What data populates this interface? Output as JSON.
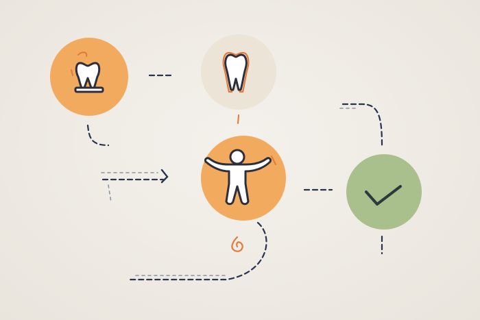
{
  "nodes": [
    {
      "id": "tooth-step",
      "icon": "tooth-with-base-icon",
      "color": "#f2aa5e"
    },
    {
      "id": "clean-tooth-step",
      "icon": "tooth-icon",
      "color": "#ede4d8"
    },
    {
      "id": "patient-step",
      "icon": "person-icon",
      "color": "#f2aa5e"
    },
    {
      "id": "done-step",
      "icon": "checkmark-icon",
      "color": "#a9c08c"
    }
  ],
  "colors": {
    "background": "#efebe4",
    "orange": "#f2aa5e",
    "beige": "#ede4d8",
    "green": "#a9c08c",
    "connector": "#27334a",
    "accent": "#e07a3e"
  }
}
